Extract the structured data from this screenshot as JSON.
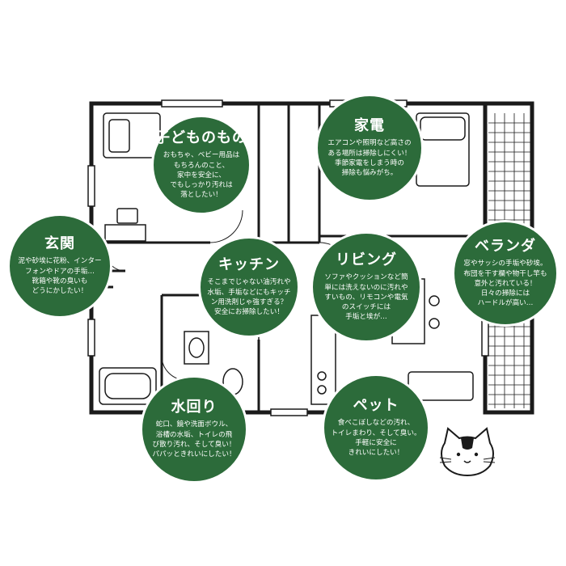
{
  "colors": {
    "bubble": "#2c6b3a",
    "wall": "#1a1a1a",
    "bubble_text": "#ffffff"
  },
  "bubbles": [
    {
      "id": "kodomo",
      "title": "子どものもの",
      "text": "おもちゃ、ベビー用品は\nもちろんのこと、\n家中を安全に、\nでもしっかり汚れは\n落としたい！"
    },
    {
      "id": "kaden",
      "title": "家電",
      "text": "エアコンや照明など高さの\nある場所は掃除しにくい！\n季節家電をしまう時の\n掃除も悩みがち。"
    },
    {
      "id": "genkan",
      "title": "玄関",
      "text": "泥や砂埃に花粉、インター\nフォンやドアの手垢…\n靴箱や靴の臭いも\nどうにかしたい！"
    },
    {
      "id": "kitchen",
      "title": "キッチン",
      "text": "そこまでじゃない油汚れや\n水垢、手垢などにもキッチ\nン用洗剤じゃ強すぎる？\n安全にお掃除したい！"
    },
    {
      "id": "living",
      "title": "リビング",
      "text": "ソファやクッションなど簡\n単には洗えないのに汚れや\nすいもの、リモコンや電気\nのスイッチには\n手垢と埃が…"
    },
    {
      "id": "veranda",
      "title": "ベランダ",
      "text": "窓やサッシの手垢や砂埃。\n布団を干す欄や物干し竿も\n意外と汚れている！\n日々の掃除には\nハードルが高い…"
    },
    {
      "id": "mizumawari",
      "title": "水回り",
      "text": "蛇口、鏡や洗面ボウル、\n浴槽の水垢、トイレの飛\nび散り汚れ、そして臭い！\nパパッときれいにしたい！"
    },
    {
      "id": "pet",
      "title": "ペット",
      "text": "食べこぼしなどの汚れ、\nトイレまわり、そして臭い。\n手軽に安全に\nきれいにしたい！"
    }
  ]
}
